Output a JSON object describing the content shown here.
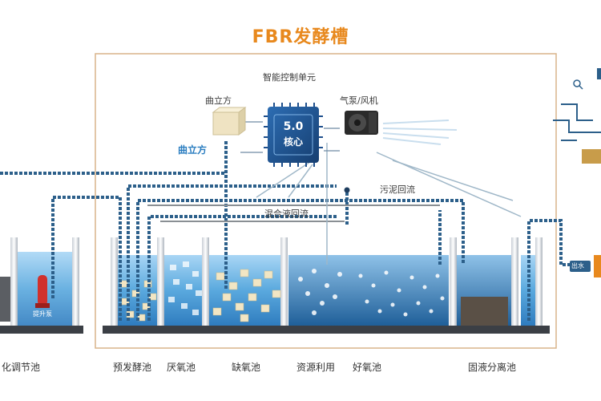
{
  "title": "FBR发酵槽",
  "control_unit": {
    "label": "智能控制单元",
    "chip_line1": "5.0",
    "chip_line2": "核心"
  },
  "components": {
    "cube_label": "曲立方",
    "cube_label_blue": "曲立方",
    "pump_label": "气泵/风机",
    "lift_pump_label": "提升泵",
    "sludge_return": "污泥回流",
    "mix_return": "混合液回流",
    "right_box_label": "出水"
  },
  "tanks": [
    "化调节池",
    "预发酵池",
    "厌氧池",
    "缺氧池",
    "资源利用",
    "好氧池",
    "固液分离池"
  ],
  "colors": {
    "title": "#e8891e",
    "frame": "#d8b48a",
    "chip": "#1e4f8c",
    "pipe": "#2c5f8a",
    "water": "#4d9fd6",
    "blue_label": "#2a7dc0"
  }
}
